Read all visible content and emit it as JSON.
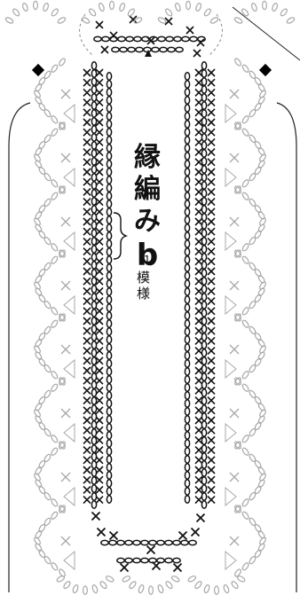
{
  "labels": {
    "title": [
      "縁",
      "編",
      "み"
    ],
    "variant": "b",
    "repeat_count": "1",
    "repeat_unit": [
      "模",
      "様"
    ]
  },
  "colors": {
    "stitch": "#111111",
    "faded": "#a8a8a8",
    "marker": "#000000",
    "background": "#ffffff"
  }
}
